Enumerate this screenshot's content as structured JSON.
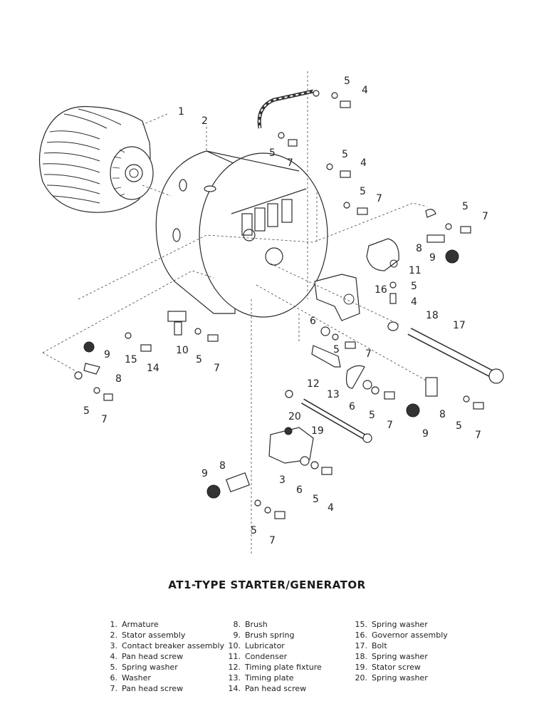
{
  "title": "AT1-TYPE  STARTER/GENERATOR",
  "legend": {
    "columns": [
      [
        {
          "num": "1.",
          "label": "Armature"
        },
        {
          "num": "2.",
          "label": "Stator assembly"
        },
        {
          "num": "3.",
          "label": "Contact breaker assembly"
        },
        {
          "num": "4.",
          "label": "Pan head screw"
        },
        {
          "num": "5.",
          "label": "Spring washer"
        },
        {
          "num": "6.",
          "label": "Washer"
        },
        {
          "num": "7.",
          "label": "Pan head screw"
        }
      ],
      [
        {
          "num": "8.",
          "label": "Brush"
        },
        {
          "num": "9.",
          "label": "Brush spring"
        },
        {
          "num": "10.",
          "label": "Lubricator"
        },
        {
          "num": "11.",
          "label": "Condenser"
        },
        {
          "num": "12.",
          "label": "Timing plate fixture"
        },
        {
          "num": "13.",
          "label": "Timing plate"
        },
        {
          "num": "14.",
          "label": "Pan head screw"
        }
      ],
      [
        {
          "num": "15.",
          "label": "Spring washer"
        },
        {
          "num": "16.",
          "label": "Governor assembly"
        },
        {
          "num": "17.",
          "label": "Bolt"
        },
        {
          "num": "18.",
          "label": "Spring washer"
        },
        {
          "num": "19.",
          "label": "Stator screw"
        },
        {
          "num": "20.",
          "label": "Spring washer"
        }
      ]
    ]
  },
  "callouts": [
    {
      "id": "armature",
      "text": "1"
    },
    {
      "id": "stator",
      "text": "2"
    },
    {
      "id": "top-lead-washer",
      "text": "5"
    },
    {
      "id": "top-lead-screw",
      "text": "4"
    },
    {
      "id": "lead-left-washer",
      "text": "5"
    },
    {
      "id": "lead-left-screw",
      "text": "7"
    },
    {
      "id": "mid-washer-a",
      "text": "5"
    },
    {
      "id": "mid-screw-a",
      "text": "4"
    },
    {
      "id": "mid-washer-b",
      "text": "5"
    },
    {
      "id": "mid-screw-b",
      "text": "7"
    },
    {
      "id": "right-washer",
      "text": "5"
    },
    {
      "id": "right-screw",
      "text": "7"
    },
    {
      "id": "right-brush",
      "text": "8"
    },
    {
      "id": "right-spring",
      "text": "9"
    },
    {
      "id": "condenser",
      "text": "11"
    },
    {
      "id": "governor",
      "text": "16"
    },
    {
      "id": "gov-washer",
      "text": "5"
    },
    {
      "id": "gov-screw",
      "text": "4"
    },
    {
      "id": "bolt-washer",
      "text": "18"
    },
    {
      "id": "bolt",
      "text": "17"
    },
    {
      "id": "left-spring",
      "text": "9"
    },
    {
      "id": "left-brush",
      "text": "8"
    },
    {
      "id": "left-washer",
      "text": "5"
    },
    {
      "id": "left-screw",
      "text": "7"
    },
    {
      "id": "washer-15",
      "text": "15"
    },
    {
      "id": "screw-14",
      "text": "14"
    },
    {
      "id": "lubricator",
      "text": "10"
    },
    {
      "id": "lub-washer",
      "text": "5"
    },
    {
      "id": "lub-screw",
      "text": "7"
    },
    {
      "id": "tp-washer",
      "text": "6"
    },
    {
      "id": "tp-spring",
      "text": "5"
    },
    {
      "id": "tp-screw",
      "text": "7"
    },
    {
      "id": "timing-fixture",
      "text": "12"
    },
    {
      "id": "timing-plate",
      "text": "13"
    },
    {
      "id": "tp2-washer",
      "text": "6"
    },
    {
      "id": "tp2-spring",
      "text": "5"
    },
    {
      "id": "tp2-screw",
      "text": "7"
    },
    {
      "id": "lr-brush",
      "text": "8"
    },
    {
      "id": "lr-spring",
      "text": "9"
    },
    {
      "id": "lr-washer",
      "text": "5"
    },
    {
      "id": "lr-screw",
      "text": "7"
    },
    {
      "id": "stator-washer",
      "text": "20"
    },
    {
      "id": "stator-screw",
      "text": "19"
    },
    {
      "id": "cb-spring",
      "text": "9"
    },
    {
      "id": "cb-brush",
      "text": "8"
    },
    {
      "id": "contact-breaker",
      "text": "3"
    },
    {
      "id": "cb-washer",
      "text": "6"
    },
    {
      "id": "cb-spring-washer",
      "text": "5"
    },
    {
      "id": "cb-screw",
      "text": "4"
    },
    {
      "id": "bottom-washer",
      "text": "5"
    },
    {
      "id": "bottom-screw",
      "text": "7"
    }
  ]
}
